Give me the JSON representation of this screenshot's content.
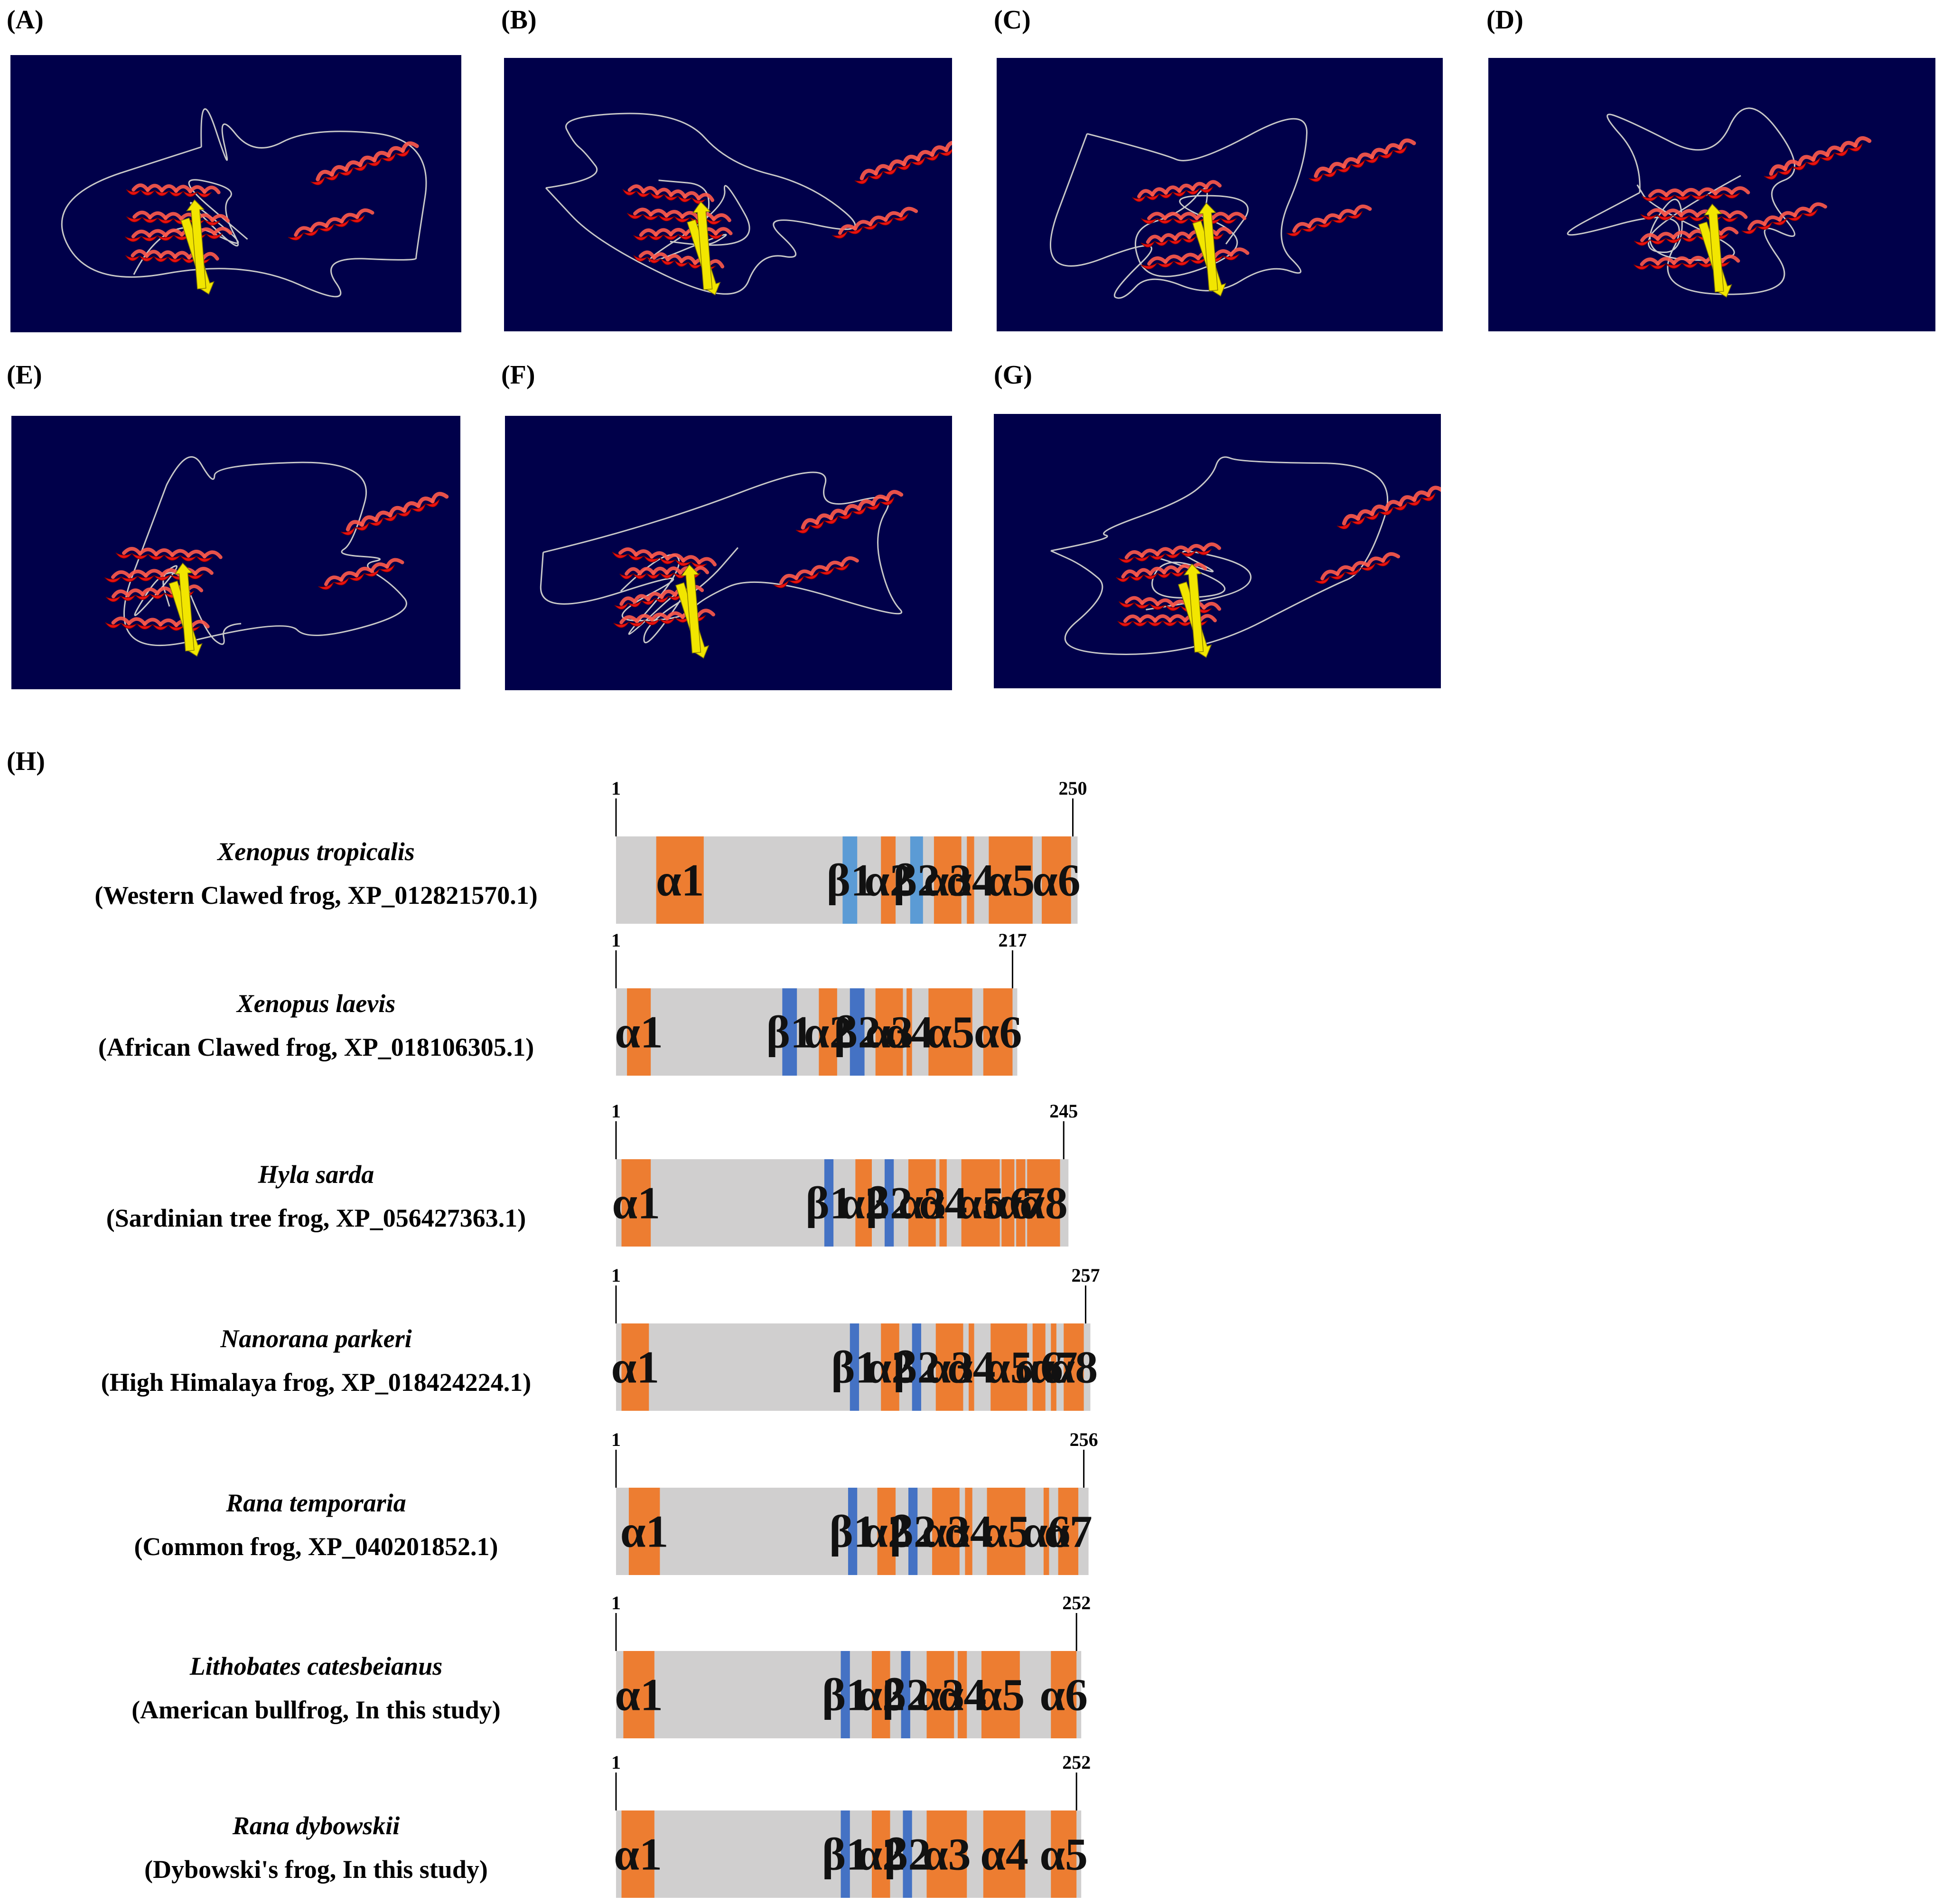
{
  "panel_labels": [
    "(A)",
    "(B)",
    "(C)",
    "(D)",
    "(E)",
    "(F)",
    "(G)",
    "(H)"
  ],
  "colors": {
    "structure_background": "#00004a",
    "helix": "#e8100f",
    "strand": "#f2e600",
    "coil": "#c8c8c8",
    "sequence_bar": "#d0cfcf",
    "helix_segment": "#ed7d31",
    "strand_segment_light": "#5b9bd5",
    "strand_segment": "#4472c4"
  },
  "rows": [
    {
      "species": "Xenopus tropicalis",
      "description": "(Western Clawed frog, XP_012821570.1)",
      "start_label": "1",
      "end_label": "250",
      "length": 250,
      "segments": [
        {
          "type": "helix",
          "label": "α1",
          "start": 23,
          "end": 48
        },
        {
          "type": "strand",
          "label": "β1",
          "start": 125,
          "end": 132,
          "shade": "light"
        },
        {
          "type": "helix",
          "label": "α2",
          "start": 146,
          "end": 153
        },
        {
          "type": "strand",
          "label": "β2",
          "start": 162,
          "end": 168,
          "shade": "light"
        },
        {
          "type": "helix",
          "label": "α3",
          "start": 175,
          "end": 189
        },
        {
          "type": "helix",
          "label": "α4",
          "start": 193,
          "end": 196
        },
        {
          "type": "helix",
          "label": "α5",
          "start": 205,
          "end": 228
        },
        {
          "type": "helix",
          "label": "α6",
          "start": 234,
          "end": 249
        }
      ]
    },
    {
      "species": "Xenopus laevis",
      "description": "(African Clawed frog, XP_018106305.1)",
      "start_label": "1",
      "end_label": "217",
      "length": 217,
      "segments": [
        {
          "type": "helix",
          "label": "α1",
          "start": 7,
          "end": 19
        },
        {
          "type": "strand",
          "label": "β1",
          "start": 92,
          "end": 99
        },
        {
          "type": "helix",
          "label": "α2",
          "start": 112,
          "end": 121
        },
        {
          "type": "strand",
          "label": "β2",
          "start": 129,
          "end": 136
        },
        {
          "type": "helix",
          "label": "α3",
          "start": 143,
          "end": 157
        },
        {
          "type": "helix",
          "label": "α4",
          "start": 160,
          "end": 162
        },
        {
          "type": "helix",
          "label": "α5",
          "start": 172,
          "end": 195
        },
        {
          "type": "helix",
          "label": "α6",
          "start": 202,
          "end": 217
        }
      ]
    },
    {
      "species": "Hyla sarda",
      "description": "(Sardinian tree frog, XP_056427363.1)",
      "start_label": "1",
      "end_label": "245",
      "length": 245,
      "segments": [
        {
          "type": "helix",
          "label": "α1",
          "start": 4,
          "end": 19
        },
        {
          "type": "strand",
          "label": "β1",
          "start": 115,
          "end": 119
        },
        {
          "type": "helix",
          "label": "α2",
          "start": 132,
          "end": 140
        },
        {
          "type": "strand",
          "label": "β2",
          "start": 148,
          "end": 152
        },
        {
          "type": "helix",
          "label": "α3",
          "start": 161,
          "end": 175
        },
        {
          "type": "helix",
          "label": "α4",
          "start": 178,
          "end": 181
        },
        {
          "type": "helix",
          "label": "α5",
          "start": 190,
          "end": 210
        },
        {
          "type": "helix",
          "label": "α6",
          "start": 212,
          "end": 218
        },
        {
          "type": "helix",
          "label": "α7",
          "start": 220,
          "end": 224
        },
        {
          "type": "helix",
          "label": "α8",
          "start": 226,
          "end": 243
        }
      ]
    },
    {
      "species": "Nanorana parkeri",
      "description": "(High Himalaya frog, XP_018424224.1)",
      "start_label": "1",
      "end_label": "257",
      "length": 257,
      "segments": [
        {
          "type": "helix",
          "label": "α1",
          "start": 4,
          "end": 18
        },
        {
          "type": "strand",
          "label": "β1",
          "start": 129,
          "end": 133
        },
        {
          "type": "helix",
          "label": "α2",
          "start": 146,
          "end": 155
        },
        {
          "type": "strand",
          "label": "β2",
          "start": 163,
          "end": 167
        },
        {
          "type": "helix",
          "label": "α3",
          "start": 176,
          "end": 190
        },
        {
          "type": "helix",
          "label": "α4",
          "start": 194,
          "end": 196
        },
        {
          "type": "helix",
          "label": "α5",
          "start": 206,
          "end": 225
        },
        {
          "type": "helix",
          "label": "α6",
          "start": 229,
          "end": 235
        },
        {
          "type": "helix",
          "label": "α7",
          "start": 239,
          "end": 241
        },
        {
          "type": "helix",
          "label": "α8",
          "start": 246,
          "end": 256
        }
      ]
    },
    {
      "species": "Rana temporaria",
      "description": "(Common frog, XP_040201852.1)",
      "start_label": "1",
      "end_label": "256",
      "length": 256,
      "segments": [
        {
          "type": "helix",
          "label": "α1",
          "start": 8,
          "end": 24
        },
        {
          "type": "strand",
          "label": "β1",
          "start": 128,
          "end": 132
        },
        {
          "type": "helix",
          "label": "α2",
          "start": 144,
          "end": 153
        },
        {
          "type": "strand",
          "label": "β2",
          "start": 161,
          "end": 165
        },
        {
          "type": "helix",
          "label": "α3",
          "start": 174,
          "end": 188
        },
        {
          "type": "helix",
          "label": "α4",
          "start": 192,
          "end": 195
        },
        {
          "type": "helix",
          "label": "α5",
          "start": 204,
          "end": 224
        },
        {
          "type": "helix",
          "label": "α6",
          "start": 235,
          "end": 237
        },
        {
          "type": "helix",
          "label": "α7",
          "start": 243,
          "end": 253
        }
      ]
    },
    {
      "species": "Lithobates catesbeianus",
      "description": "(American bullfrog, In this study)",
      "start_label": "1",
      "end_label": "252",
      "length": 252,
      "segments": [
        {
          "type": "helix",
          "label": "α1",
          "start": 5,
          "end": 21
        },
        {
          "type": "strand",
          "label": "β1",
          "start": 124,
          "end": 128
        },
        {
          "type": "helix",
          "label": "α2",
          "start": 141,
          "end": 150
        },
        {
          "type": "strand",
          "label": "β2",
          "start": 157,
          "end": 161
        },
        {
          "type": "helix",
          "label": "α3",
          "start": 171,
          "end": 185
        },
        {
          "type": "helix",
          "label": "α4",
          "start": 188,
          "end": 192
        },
        {
          "type": "helix",
          "label": "α5",
          "start": 201,
          "end": 221
        },
        {
          "type": "helix",
          "label": "α6",
          "start": 239,
          "end": 252
        }
      ]
    },
    {
      "species": "Rana dybowskii",
      "description": "(Dybowski's frog, In this study)",
      "start_label": "1",
      "end_label": "252",
      "length": 252,
      "segments": [
        {
          "type": "helix",
          "label": "α1",
          "start": 4,
          "end": 21
        },
        {
          "type": "strand",
          "label": "β1",
          "start": 124,
          "end": 128
        },
        {
          "type": "helix",
          "label": "α2",
          "start": 141,
          "end": 150
        },
        {
          "type": "strand",
          "label": "β2",
          "start": 158,
          "end": 162
        },
        {
          "type": "helix",
          "label": "α3",
          "start": 171,
          "end": 192
        },
        {
          "type": "helix",
          "label": "α4",
          "start": 202,
          "end": 224
        },
        {
          "type": "helix",
          "label": "α5",
          "start": 239,
          "end": 252
        }
      ]
    }
  ]
}
